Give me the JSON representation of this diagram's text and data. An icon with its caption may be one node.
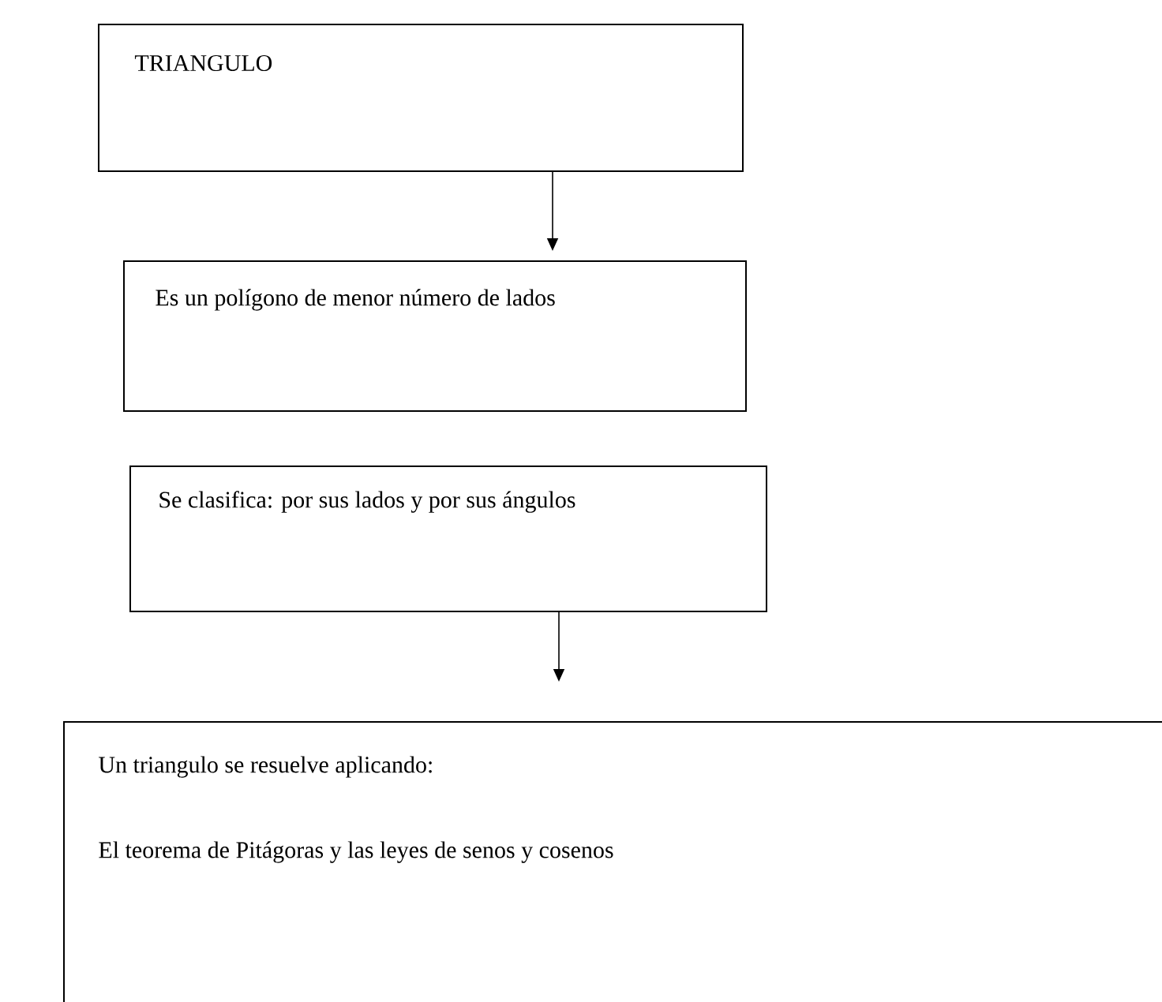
{
  "diagram": {
    "nodes": [
      {
        "text": [
          "TRIANGULO"
        ]
      },
      {
        "text": [
          "Es un polígono de menor número de lados"
        ]
      },
      {
        "text": [
          "Se clasifica: por sus lados y por sus ángulos"
        ]
      },
      {
        "text": [
          "Un triangulo se resuelve aplicando:",
          "El teorema de Pitágoras y las leyes de senos y cosenos"
        ]
      }
    ],
    "edges": [
      {
        "from": 0,
        "to": 1,
        "arrow": "to"
      },
      {
        "from": 2,
        "to": 3,
        "arrow": "to"
      }
    ]
  }
}
